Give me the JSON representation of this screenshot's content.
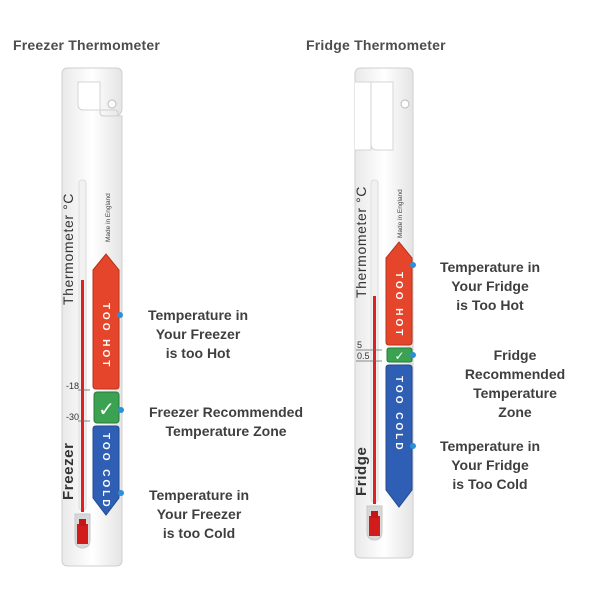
{
  "freezer": {
    "heading": "Freezer Thermometer",
    "brand_side": "Thermometer °C",
    "type_label": "Freezer",
    "made_in": "Made in England",
    "scale_ticks": [
      "-18",
      "-30"
    ],
    "zone_too_hot": "TOO HOT",
    "zone_too_cold": "TOO COLD",
    "callout_hot": "Temperature in\nYour Freezer\nis too Hot",
    "callout_zone": "Freezer Recommended\nTemperature Zone",
    "callout_cold": "Temperature in\nYour Freezer\nis too Cold"
  },
  "fridge": {
    "heading": "Fridge Thermometer",
    "brand_side": "Thermometer °C",
    "type_label": "Fridge",
    "made_in": "Made in England",
    "scale_ticks": [
      "5",
      "0.5"
    ],
    "zone_too_hot": "TOO HOT",
    "zone_too_cold": "TOO COLD",
    "callout_hot": "Temperature in\nYour Fridge\nis Too Hot",
    "callout_zone": "Fridge Recommended\nTemperature Zone",
    "callout_cold": "Temperature in\nYour Fridge\nis Too Cold"
  },
  "colors": {
    "hot": "#e5452b",
    "cold": "#2f5fb5",
    "ok": "#3aa251",
    "callout_dot": "#2d8fd6",
    "mercury": "#e02020"
  }
}
